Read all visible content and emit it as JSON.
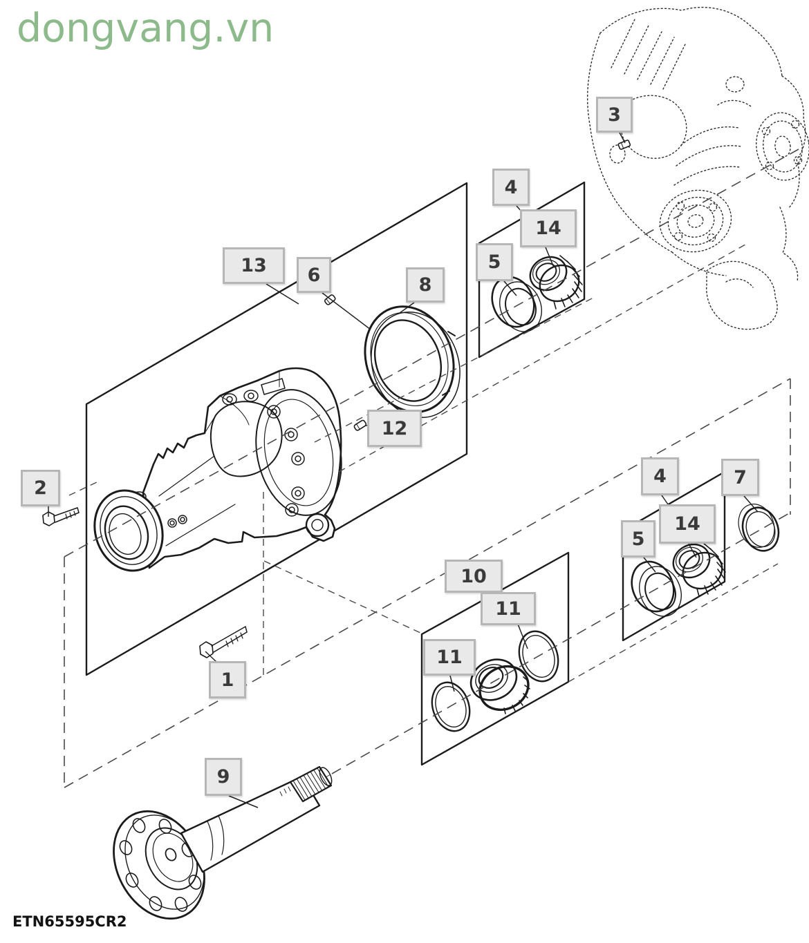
{
  "watermark": {
    "text": "dongvang.vn"
  },
  "doc_code": "ETN65595CR2",
  "callouts": [
    {
      "label": "2"
    },
    {
      "label": "13"
    },
    {
      "label": "6"
    },
    {
      "label": "8"
    },
    {
      "label": "12"
    },
    {
      "label": "4"
    },
    {
      "label": "5"
    },
    {
      "label": "14"
    },
    {
      "label": "3"
    },
    {
      "label": "1"
    },
    {
      "label": "10"
    },
    {
      "label": "11"
    },
    {
      "label": "11"
    },
    {
      "label": "4"
    },
    {
      "label": "7"
    },
    {
      "label": "5"
    },
    {
      "label": "14"
    },
    {
      "label": "9"
    }
  ],
  "colors": {
    "watermark": "#8cba8a",
    "line": "#1b1b1b",
    "dashed": "#4a4a4a",
    "callout_fill": "#e9e9e9",
    "callout_border": "#b6b6b6",
    "callout_text": "#3a3a3a"
  }
}
